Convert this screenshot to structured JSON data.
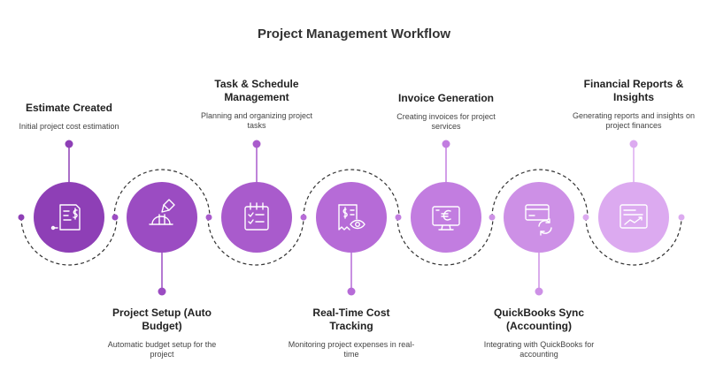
{
  "title": "Project Management Workflow",
  "steps": [
    {
      "heading": "Estimate Created",
      "description": "Initial project cost estimation",
      "color": "#8e3fb6",
      "icon": "cost-document-icon"
    },
    {
      "heading": "Project Setup (Auto Budget)",
      "description": "Automatic budget setup for the project",
      "color": "#9b4cc2",
      "icon": "hardhat-pencil-icon"
    },
    {
      "heading": "Task & Schedule Management",
      "description": "Planning and organizing project tasks",
      "color": "#a95bcc",
      "icon": "calendar-checklist-icon"
    },
    {
      "heading": "Real-Time Cost Tracking",
      "description": "Monitoring project expenses in real-time",
      "color": "#b66bd7",
      "icon": "receipt-eye-icon"
    },
    {
      "heading": "Invoice Generation",
      "description": "Creating invoices for project services",
      "color": "#c27de0",
      "icon": "monitor-euro-icon"
    },
    {
      "heading": "QuickBooks Sync (Accounting)",
      "description": "Integrating with QuickBooks for accounting",
      "color": "#cd90e6",
      "icon": "card-sync-icon"
    },
    {
      "heading": "Financial Reports & Insights",
      "description": "Generating reports and insights on project finances",
      "color": "#dcaaf0",
      "icon": "report-chart-icon"
    }
  ]
}
